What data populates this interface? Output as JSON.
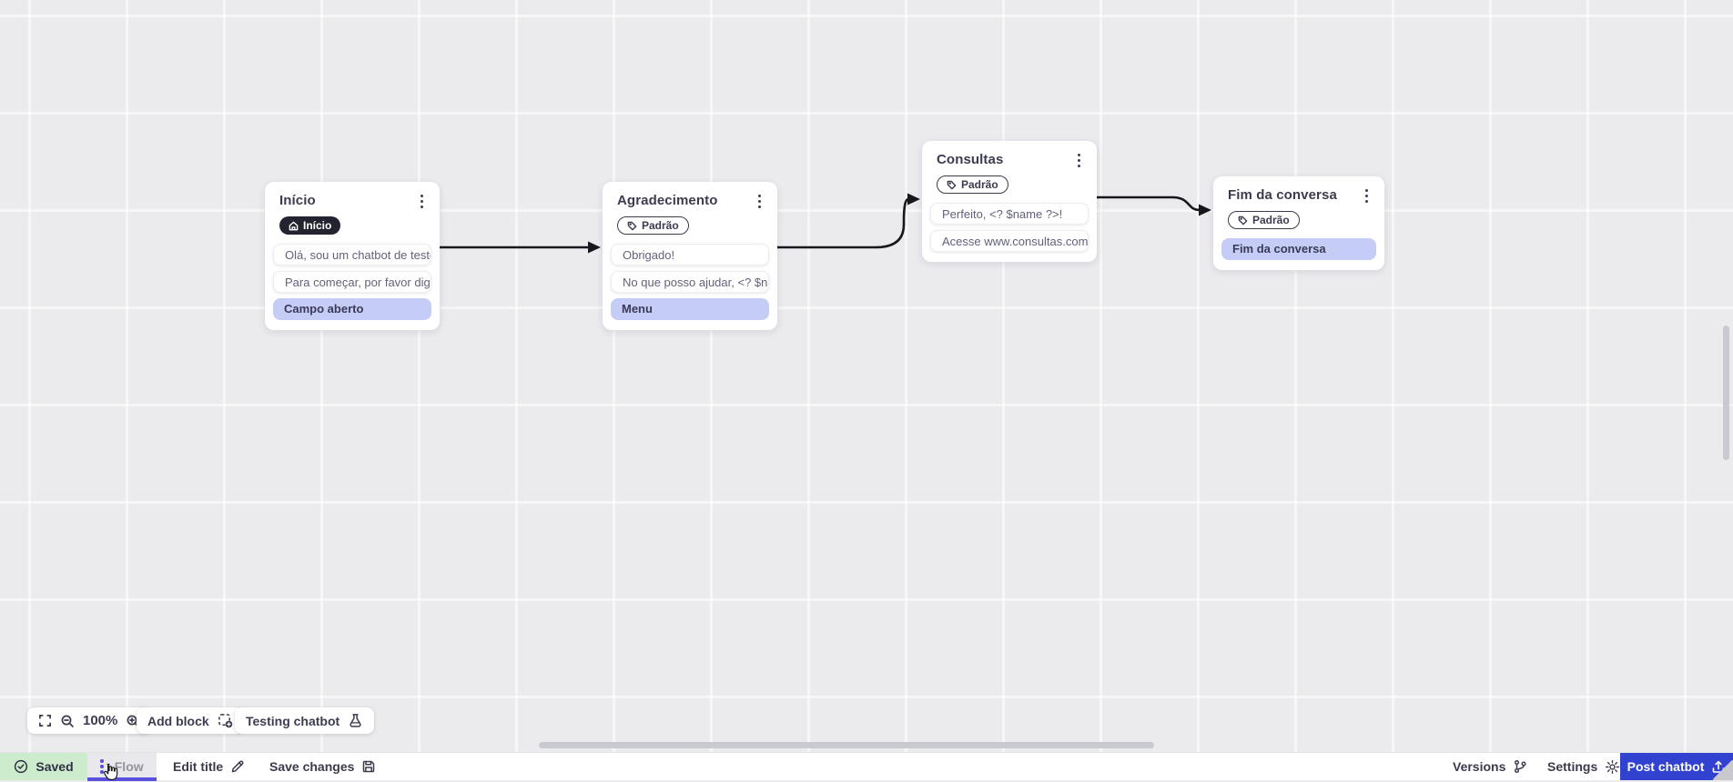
{
  "canvas": {
    "nodes": [
      {
        "title": "Início",
        "badge": "Início",
        "rows": [
          "Olá, sou um chatbot de teste!",
          "Para começar, por favor digite o ...",
          "Campo aberto"
        ]
      },
      {
        "title": "Agradecimento",
        "badge": "Padrão",
        "rows": [
          "Obrigado!",
          "No que posso ajudar, <? $name ...",
          "Menu"
        ]
      },
      {
        "title": "Consultas",
        "badge": "Padrão",
        "rows": [
          "Perfeito, <? $name ?>!",
          "Acesse www.consultas.com par..."
        ]
      },
      {
        "title": "Fim da conversa",
        "badge": "Padrão",
        "rows": [
          "Fim da conversa"
        ]
      }
    ]
  },
  "toolbar": {
    "zoom_level": "100%",
    "add_block": "Add block",
    "testing_chatbot": "Testing chatbot"
  },
  "bottom_bar": {
    "saved": "Saved",
    "flow": "Flow",
    "edit_title": "Edit title",
    "save_changes": "Save changes",
    "versions": "Versions",
    "settings": "Settings",
    "post_chatbot": "Post chatbot"
  },
  "colors": {
    "accent_blue": "#3142d1",
    "accent_purple": "#5a50dd",
    "saved_green": "#cdeccd",
    "action_row_purple": "#c5cdf6",
    "canvas_bg": "#ebebee"
  }
}
